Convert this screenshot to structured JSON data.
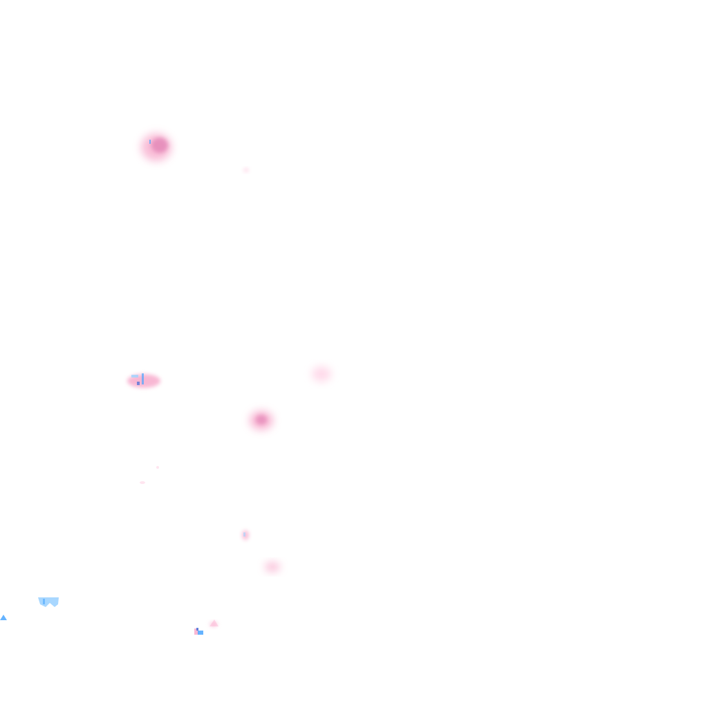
{
  "map": {
    "kind": "precipitation-radar-overlay",
    "background_color": "#ffffff",
    "palette": {
      "rain_light": "#9fd3ff",
      "rain_mid": "#4aa6ff",
      "rain_strong": "#1f5fd8",
      "mix_light": "#ffd3e6",
      "mix_mid": "#f7a6c9",
      "mix_strong": "#e07fb2"
    },
    "cell_types": [
      "mix",
      "rain"
    ]
  }
}
